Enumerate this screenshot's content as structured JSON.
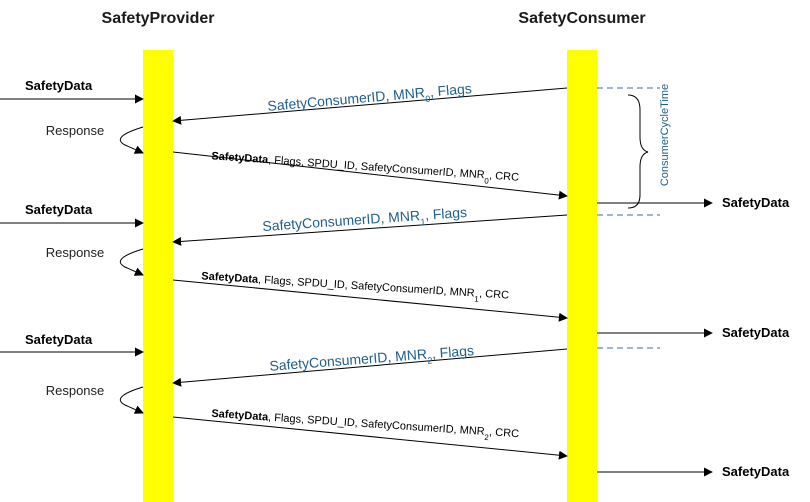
{
  "provider_label": "SafetyProvider",
  "consumer_label": "SafetyConsumer",
  "lifeline_color": "#ffff00",
  "request_color": "#1f5f8b",
  "cycle_label": "ConsumerCycleTime",
  "response_label": "Response",
  "safety_data_label": "SafetyData",
  "cycles": [
    {
      "request": {
        "prefix": "SafetyConsumerID,  MNR",
        "sub": "0",
        "suffix": ",  Flags"
      },
      "reply": {
        "bold": "SafetyData",
        "text": ", Flags, SPDU_ID,   SafetyConsumerID, MNR",
        "sub": "0",
        "end": ",  CRC"
      }
    },
    {
      "request": {
        "prefix": "SafetyConsumerID,  MNR",
        "sub": "1",
        "suffix": ",  Flags"
      },
      "reply": {
        "bold": "SafetyData",
        "text": ", Flags, SPDU_ID,   SafetyConsumerID, MNR",
        "sub": "1",
        "end": ",  CRC"
      }
    },
    {
      "request": {
        "prefix": "SafetyConsumerID,  MNR",
        "sub": "2",
        "suffix": ",  Flags"
      },
      "reply": {
        "bold": "SafetyData",
        "text": ", Flags, SPDU_ID,   SafetyConsumerID, MNR",
        "sub": "2",
        "end": ",  CRC"
      }
    }
  ]
}
